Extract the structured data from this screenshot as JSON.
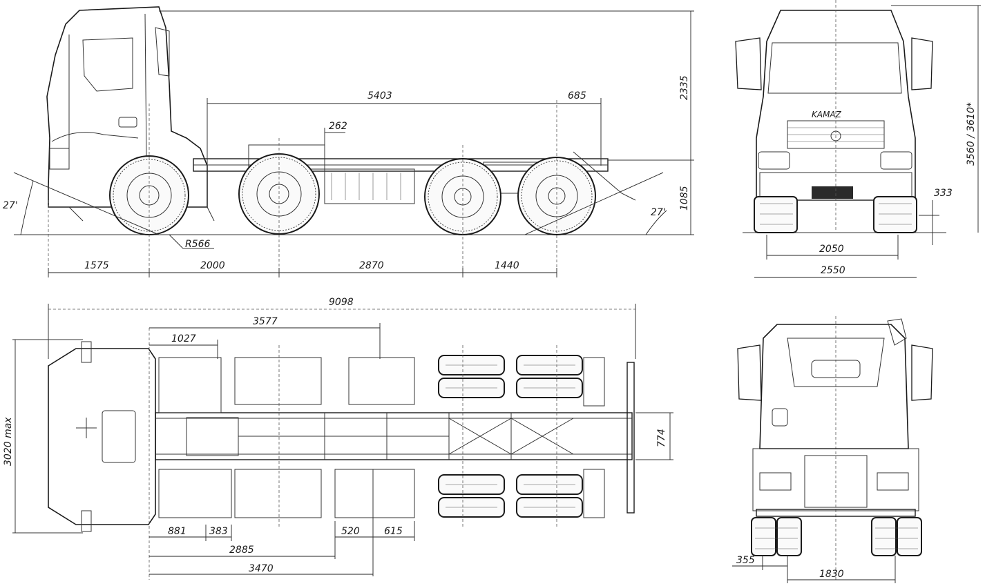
{
  "dimensions": {
    "side_overall_length": "5403",
    "side_height": "2335",
    "side_frame_height": "1085",
    "side_offset_262": "262",
    "side_offset_685": "685",
    "side_approach_angle": "27'",
    "side_departure_angle": "27'",
    "side_radius": "R566",
    "side_front_overhang": "1575",
    "side_wheelbase_1": "2000",
    "side_wheelbase_2": "2870",
    "side_wheelbase_3": "1440",
    "front_height": "3560 / 3610*",
    "front_ground_333": "333",
    "front_track": "2050",
    "front_width": "2550",
    "top_overall_length": "9098",
    "top_3577": "3577",
    "top_1027": "1027",
    "top_width_max": "3020 max",
    "top_frame_width": "774",
    "top_881": "881",
    "top_383": "383",
    "top_2885": "2885",
    "top_520": "520",
    "top_615": "615",
    "top_3470": "3470",
    "rear_355": "355",
    "rear_track": "1830"
  },
  "brand_logo": "KAMAZ"
}
